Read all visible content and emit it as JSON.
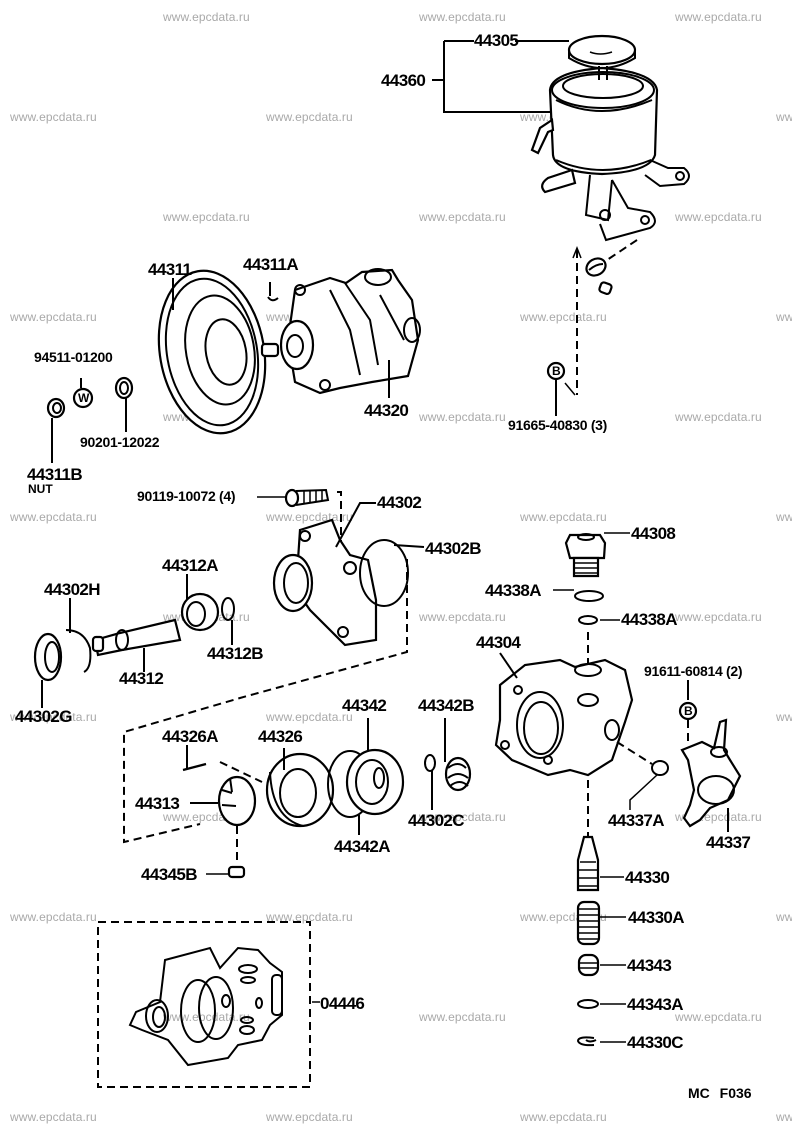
{
  "diagram": {
    "title": "Power steering vane pump exploded parts diagram",
    "figure_code": "MC  F036",
    "watermark": "www.epcdata.ru",
    "callouts": [
      {
        "id": "c-44305",
        "text": "44305"
      },
      {
        "id": "c-44360",
        "text": "44360"
      },
      {
        "id": "c-44311",
        "text": "44311"
      },
      {
        "id": "c-44311A",
        "text": "44311A"
      },
      {
        "id": "c-94511-01200",
        "text": "94511-01200"
      },
      {
        "id": "c-90201-12022",
        "text": "90201-12022"
      },
      {
        "id": "c-44320",
        "text": "44320"
      },
      {
        "id": "c-44311B",
        "text": "44311B"
      },
      {
        "id": "c-nut",
        "text": "NUT"
      },
      {
        "id": "c-91665-40830",
        "text": "91665-40830 (3)"
      },
      {
        "id": "c-90119-10072",
        "text": "90119-10072 (4)"
      },
      {
        "id": "c-44302",
        "text": "44302"
      },
      {
        "id": "c-44302B",
        "text": "44302B"
      },
      {
        "id": "c-44308",
        "text": "44308"
      },
      {
        "id": "c-44338A-1",
        "text": "44338A"
      },
      {
        "id": "c-44338A-2",
        "text": "44338A"
      },
      {
        "id": "c-44302H",
        "text": "44302H"
      },
      {
        "id": "c-44312A",
        "text": "44312A"
      },
      {
        "id": "c-44312B",
        "text": "44312B"
      },
      {
        "id": "c-44312",
        "text": "44312"
      },
      {
        "id": "c-44302G",
        "text": "44302G"
      },
      {
        "id": "c-44304",
        "text": "44304"
      },
      {
        "id": "c-91611-60814",
        "text": "91611-60814 (2)"
      },
      {
        "id": "c-44342",
        "text": "44342"
      },
      {
        "id": "c-44342B",
        "text": "44342B"
      },
      {
        "id": "c-44326A",
        "text": "44326A"
      },
      {
        "id": "c-44326",
        "text": "44326"
      },
      {
        "id": "c-44313",
        "text": "44313"
      },
      {
        "id": "c-44302C",
        "text": "44302C"
      },
      {
        "id": "c-44342A",
        "text": "44342A"
      },
      {
        "id": "c-44337A",
        "text": "44337A"
      },
      {
        "id": "c-44337",
        "text": "44337"
      },
      {
        "id": "c-44345B",
        "text": "44345B"
      },
      {
        "id": "c-44330",
        "text": "44330"
      },
      {
        "id": "c-44330A",
        "text": "44330A"
      },
      {
        "id": "c-44343",
        "text": "44343"
      },
      {
        "id": "c-04446",
        "text": "04446"
      },
      {
        "id": "c-44343A",
        "text": "44343A"
      },
      {
        "id": "c-44330C",
        "text": "44330C"
      }
    ],
    "symbols": {
      "washer_marker": "W",
      "bolt_marker_b": "B"
    }
  }
}
